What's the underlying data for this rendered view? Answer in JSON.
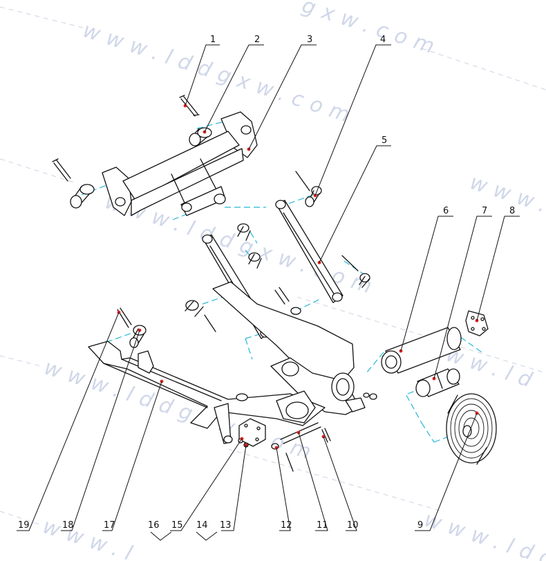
{
  "watermark": {
    "text": "www.lddgxw.com",
    "partial_top": "gxw.com",
    "partial_right_mid": "www.",
    "partial_right": "www.ld",
    "partial_bottom_right": "www.lddg",
    "partial_bottom_left": "www.l"
  },
  "callouts": [
    "1",
    "2",
    "3",
    "4",
    "5",
    "6",
    "7",
    "8",
    "9",
    "10",
    "11",
    "12",
    "13",
    "14",
    "15",
    "16",
    "17",
    "18",
    "19"
  ],
  "colors": {
    "line": "#111111",
    "axis": "#22b8d8",
    "marker": "#e02020",
    "watermark": "#aab8d8"
  }
}
